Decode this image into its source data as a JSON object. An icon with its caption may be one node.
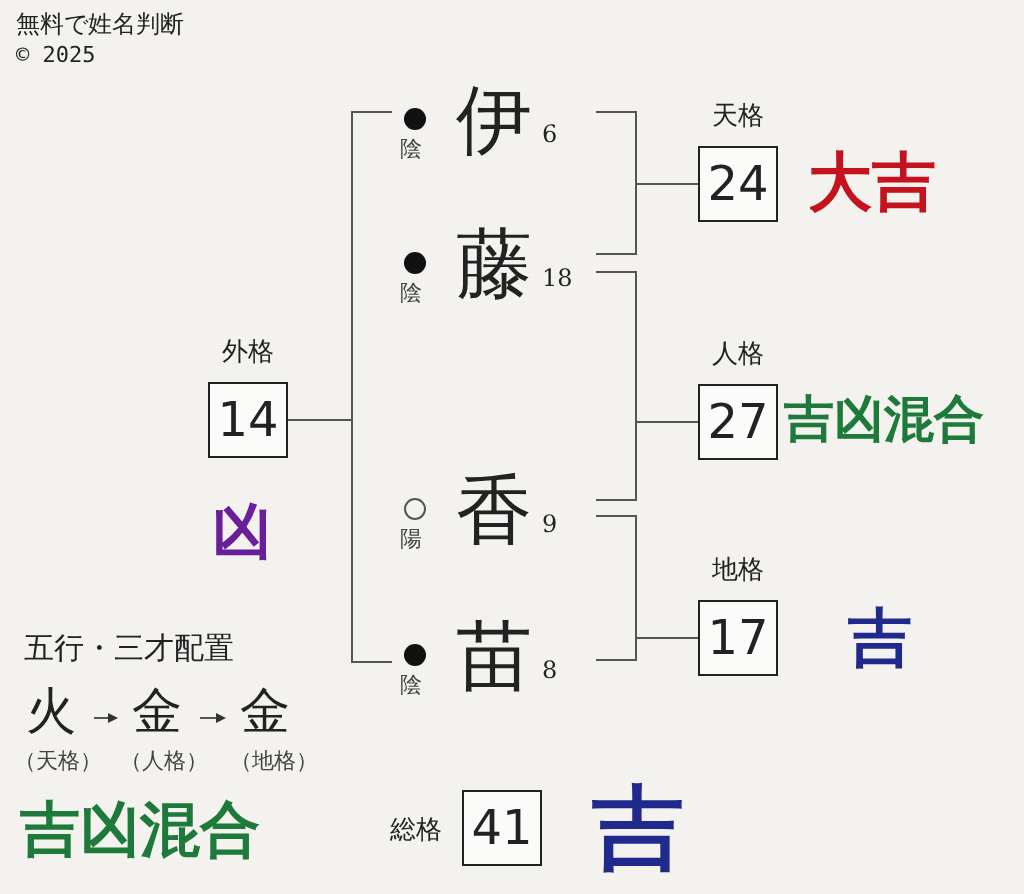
{
  "diagram": {
    "title": "無料で姓名判断",
    "nodes": [
      {
        "text": [
          "伊"
        ],
        "beside": [
          "陰"
        ]
      },
      {
        "text": [
          "藤"
        ],
        "beside": [
          "陰"
        ]
      },
      {
        "text": [
          "香"
        ],
        "beside": [
          "陽"
        ]
      },
      {
        "text": [
          "苗"
        ],
        "beside": [
          "陰"
        ]
      },
      {
        "text": [
          "天格",
          "24"
        ],
        "beside": [
          "大吉"
        ]
      },
      {
        "text": [
          "外格",
          "14"
        ],
        "beside": [
          "凶"
        ]
      },
      {
        "text": [
          "人格",
          "27"
        ],
        "beside": [
          "吉凶混合"
        ]
      },
      {
        "text": [
          "地格",
          "17"
        ],
        "beside": [
          "吉"
        ]
      },
      {
        "text": [
          "総格",
          "41"
        ],
        "beside": [
          "吉"
        ]
      },
      {
        "text": [
          "火"
        ],
        "beside": [
          "（天格）"
        ]
      },
      {
        "text": [
          "金"
        ],
        "beside": [
          "（人格）"
        ]
      },
      {
        "text": [
          "金"
        ],
        "beside": [
          "（地格）"
        ]
      }
    ],
    "edges": [
      {
        "from": 0,
        "to": 4,
        "arrow": "none"
      },
      {
        "from": 1,
        "to": 4,
        "arrow": "none"
      },
      {
        "from": 1,
        "to": 6,
        "arrow": "none"
      },
      {
        "from": 2,
        "to": 6,
        "arrow": "none"
      },
      {
        "from": 2,
        "to": 7,
        "arrow": "none"
      },
      {
        "from": 3,
        "to": 7,
        "arrow": "none"
      },
      {
        "from": 0,
        "to": 5,
        "arrow": "none"
      },
      {
        "from": 3,
        "to": 5,
        "arrow": "none"
      },
      {
        "from": 9,
        "to": 10,
        "arrow": "to"
      },
      {
        "from": 10,
        "to": 11,
        "arrow": "to"
      }
    ],
    "labels": [
      "© 2025",
      "6",
      "18",
      "9",
      "8",
      "五行・三才配置",
      "吉凶混合"
    ]
  }
}
